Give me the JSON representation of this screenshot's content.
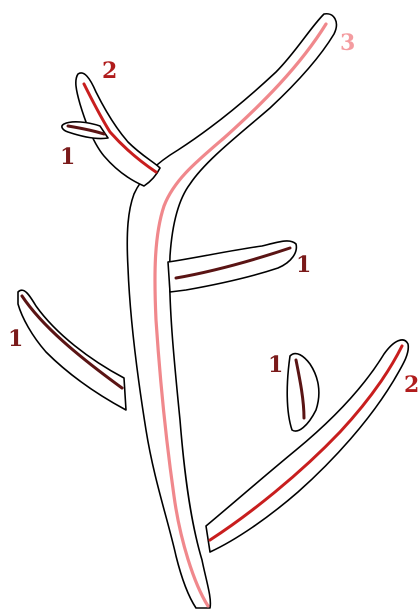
{
  "colors": {
    "background": "#ffffff",
    "outline": "#000000",
    "order1": "#5a1414",
    "order2": "#c81e1e",
    "order3": "#f0888c",
    "label1": "#7a1a1a",
    "label2": "#b01c1c",
    "label3": "#f49ca0"
  },
  "labels": {
    "top_left_order2": "2",
    "top_left_order1": "1",
    "top_right_order3": "3",
    "mid_right_order1": "1",
    "left_order1": "1",
    "lower_right_order1": "1",
    "lower_right_order2": "2"
  }
}
